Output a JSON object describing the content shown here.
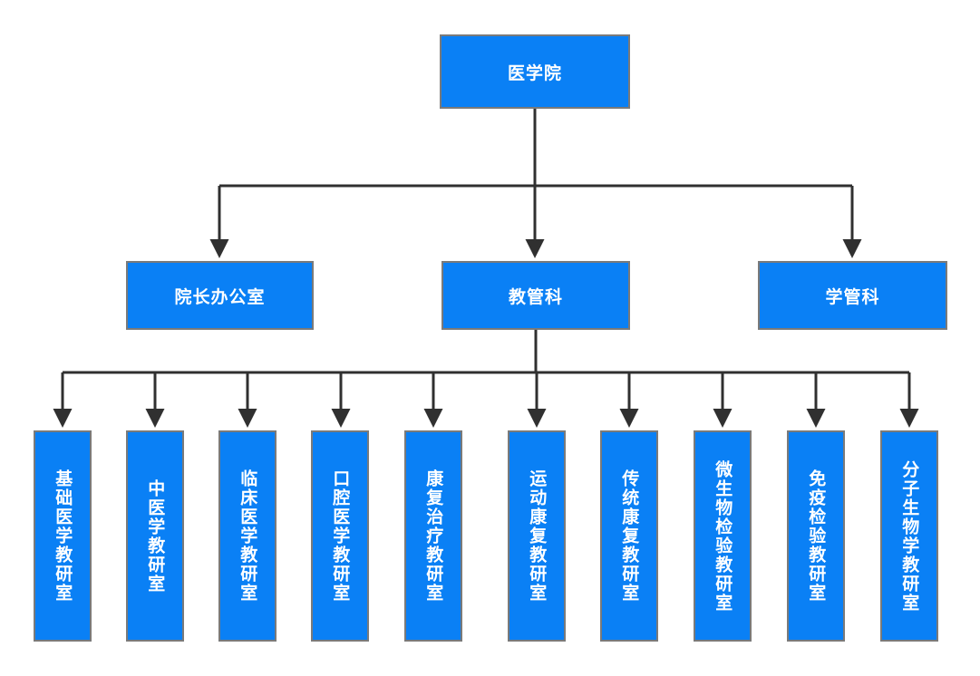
{
  "colors": {
    "node_fill": "#0a80f5",
    "node_border": "#7a7a7a",
    "connector": "#303030",
    "text": "#ffffff"
  },
  "root": {
    "label": "医学院"
  },
  "level1": [
    {
      "label": "院长办公室"
    },
    {
      "label": "教管科"
    },
    {
      "label": "学管科"
    }
  ],
  "level2": [
    {
      "label": "基础医学教研室"
    },
    {
      "label": "中医学教研室"
    },
    {
      "label": "临床医学教研室"
    },
    {
      "label": "口腔医学教研室"
    },
    {
      "label": "康复治疗教研室"
    },
    {
      "label": "运动康复教研室"
    },
    {
      "label": "传统康复教研室"
    },
    {
      "label": "微生物检验教研室"
    },
    {
      "label": "免疫检验教研室"
    },
    {
      "label": "分子生物学教研室"
    }
  ]
}
